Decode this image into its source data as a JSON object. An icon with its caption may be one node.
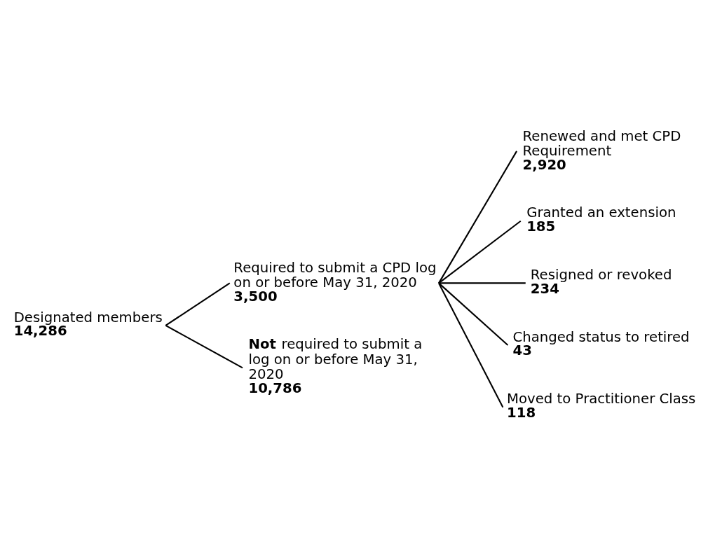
{
  "diagram": {
    "nodes": [
      {
        "text": [
          "Designated members",
          "14,286"
        ]
      },
      {
        "text": [
          "Required to submit a CPD log on or before May 31, 2020",
          "3,500"
        ]
      },
      {
        "text": [
          "**Not** required to submit a log on or before May 31, 2020",
          "10,786"
        ]
      },
      {
        "text": [
          "Renewed and met CPD Requirement",
          "2,920"
        ]
      },
      {
        "text": [
          "Granted an extension",
          "185"
        ]
      },
      {
        "text": [
          "Resigned or revoked",
          "234"
        ]
      },
      {
        "text": [
          "Changed status to retired",
          "43"
        ]
      },
      {
        "text": [
          "Moved to Practitioner Class",
          "118"
        ]
      }
    ],
    "edges": [
      {
        "from": 0,
        "to": 1,
        "arrow": "none"
      },
      {
        "from": 0,
        "to": 2,
        "arrow": "none"
      },
      {
        "from": 1,
        "to": 3,
        "arrow": "none"
      },
      {
        "from": 1,
        "to": 4,
        "arrow": "none"
      },
      {
        "from": 1,
        "to": 5,
        "arrow": "none"
      },
      {
        "from": 1,
        "to": 6,
        "arrow": "none"
      },
      {
        "from": 1,
        "to": 7,
        "arrow": "none"
      }
    ]
  }
}
